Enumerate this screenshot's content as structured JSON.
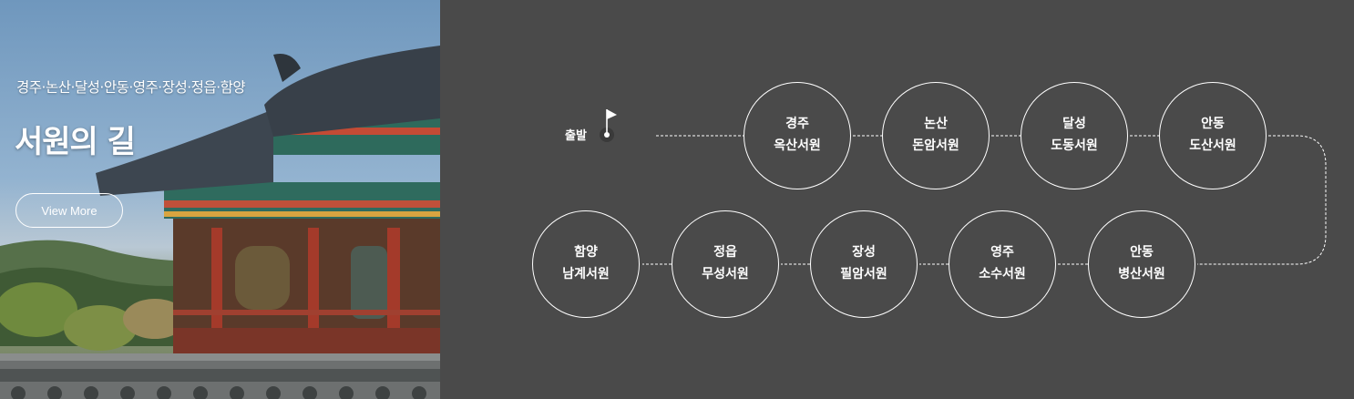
{
  "hero": {
    "subtitle": "경주·논산·달성·안동·영주·장성·정읍·함양",
    "title": "서원의 길",
    "button_label": "View More"
  },
  "route": {
    "start_label": "출발",
    "stops": [
      {
        "region": "경주",
        "name": "옥산서원"
      },
      {
        "region": "논산",
        "name": "돈암서원"
      },
      {
        "region": "달성",
        "name": "도동서원"
      },
      {
        "region": "안동",
        "name": "도산서원"
      },
      {
        "region": "안동",
        "name": "병산서원"
      },
      {
        "region": "영주",
        "name": "소수서원"
      },
      {
        "region": "장성",
        "name": "필암서원"
      },
      {
        "region": "정읍",
        "name": "무성서원"
      },
      {
        "region": "함양",
        "name": "남계서원"
      }
    ]
  },
  "colors": {
    "panel_background": "#4a4a4a",
    "text": "#ffffff",
    "line": "#ffffff"
  },
  "icons": {
    "start": "flag-icon"
  }
}
